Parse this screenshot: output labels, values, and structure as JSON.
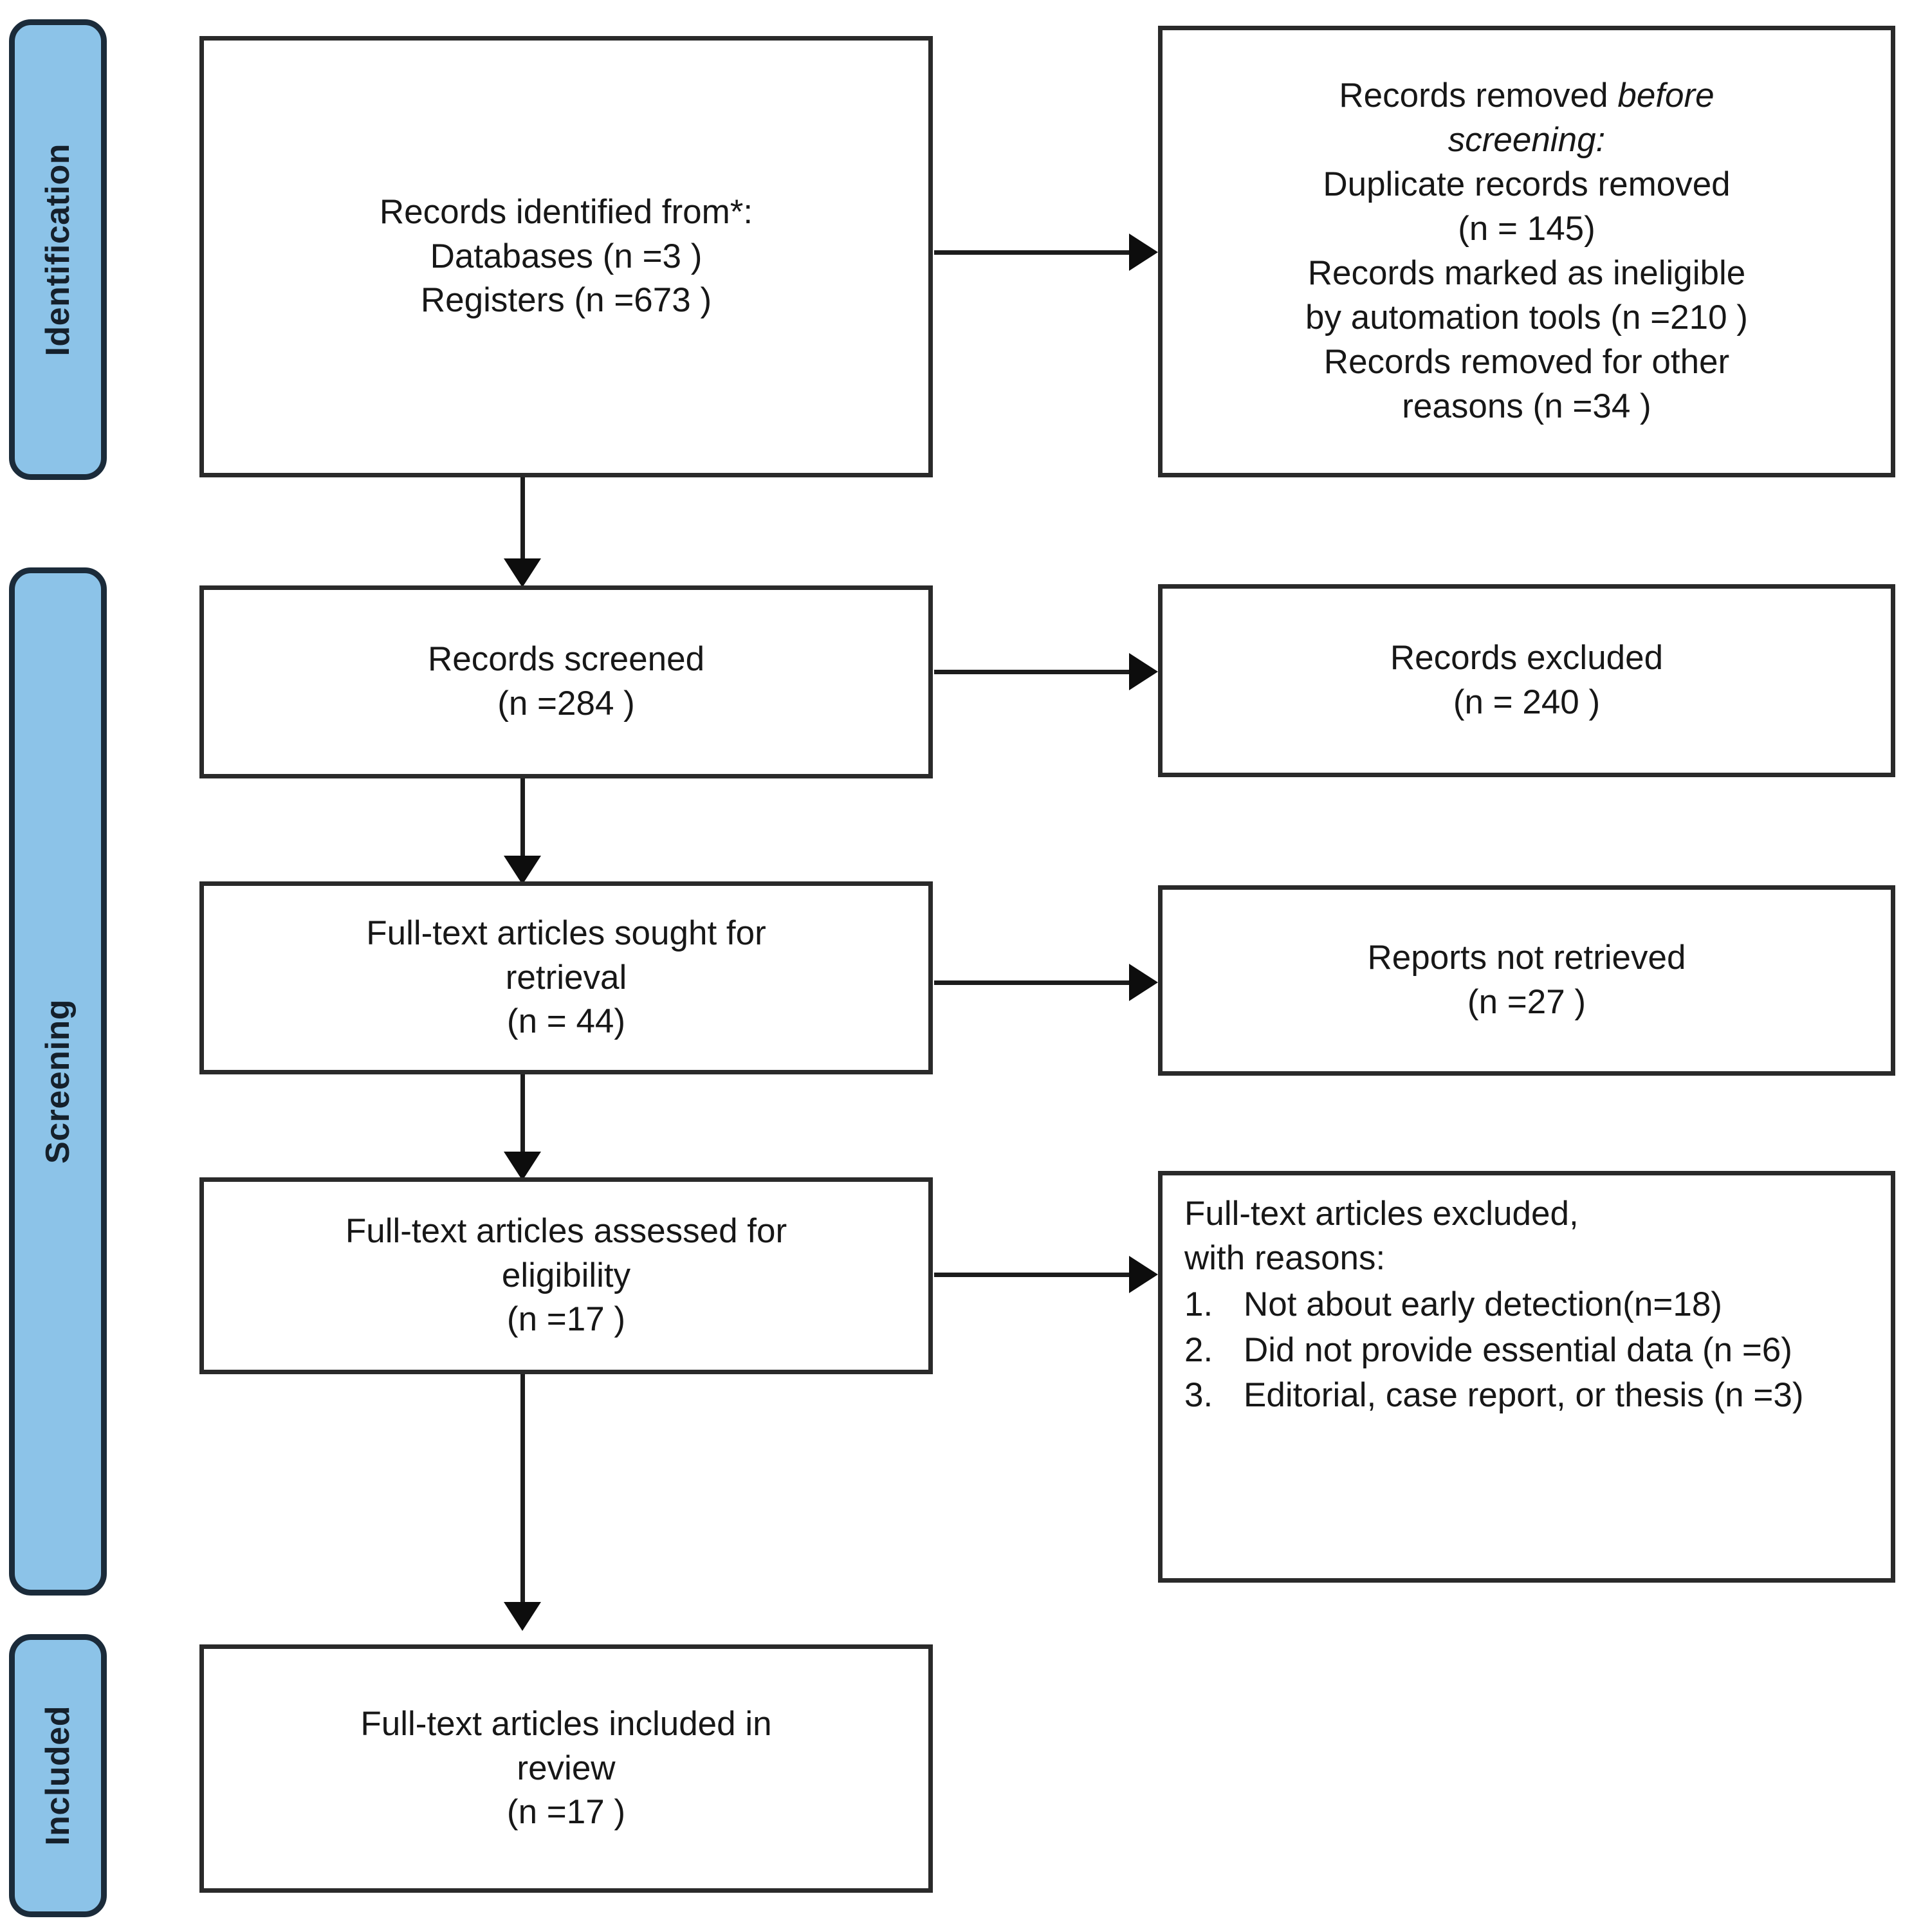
{
  "diagram": {
    "title": "PRISMA flow diagram",
    "type": "prisma-flow-diagram",
    "background_color": "#ffffff",
    "box_border_color": "#2a2a2a",
    "stage_fill_color": "#8CC3E8",
    "stage_border_color": "#1B2B3A"
  },
  "stages": [
    {
      "id": "identification",
      "label": "Identification"
    },
    {
      "id": "screening",
      "label": "Screening"
    },
    {
      "id": "included",
      "label": "Included"
    }
  ],
  "boxes": {
    "identified": {
      "lines": [
        "Records identified from*:",
        "Databases (n =3 )",
        "Registers (n =673 )"
      ]
    },
    "removed_before_screening": {
      "lines": [
        "Records removed before",
        "screening:",
        "Duplicate records removed",
        "(n = 145)",
        "Records marked as ineligible",
        "by automation tools (n =210 )",
        "Records removed for other",
        "reasons (n =34 )"
      ],
      "italic_words": [
        "before",
        "screening:"
      ]
    },
    "records_screened": {
      "lines": [
        "Records screened",
        "(n =284 )"
      ]
    },
    "records_excluded": {
      "lines": [
        "Records excluded",
        "(n = 240 )"
      ]
    },
    "sought_for_retrieval": {
      "lines": [
        "Full-text articles  sought for",
        "retrieval",
        "(n = 44)"
      ]
    },
    "reports_not_retrieved": {
      "lines": [
        "Reports not retrieved",
        "(n =27 )"
      ]
    },
    "assessed_for_eligibility": {
      "lines": [
        "Full-text articles assessed for",
        "eligibility",
        "(n =17 )"
      ]
    },
    "excluded_with_reasons": {
      "heading": [
        "Full-text articles excluded,",
        "with reasons:"
      ],
      "reasons": [
        {
          "num": "1.",
          "text": "Not about early detection(n=18)"
        },
        {
          "num": "2.",
          "text": "Did not provide essential data (n =6)"
        },
        {
          "num": "3.",
          "text": "Editorial, case report, or thesis (n =3)"
        }
      ]
    },
    "included_in_review": {
      "lines": [
        "Full-text articles  included in",
        "review",
        "(n =17 )"
      ]
    }
  },
  "chart_data": {
    "type": "diagram",
    "title": "PRISMA 2020 flow diagram for new systematic reviews",
    "nodes": [
      {
        "id": "identified",
        "stage": "Identification",
        "label": "Records identified from*",
        "values": {
          "Databases": 3,
          "Registers": 673
        }
      },
      {
        "id": "removed_before_screening",
        "stage": "Identification",
        "label": "Records removed before screening",
        "values": {
          "Duplicate records removed": 145,
          "Records marked as ineligible by automation tools": 210,
          "Records removed for other reasons": 34
        }
      },
      {
        "id": "records_screened",
        "stage": "Screening",
        "label": "Records screened",
        "values": {
          "n": 284
        }
      },
      {
        "id": "records_excluded",
        "stage": "Screening",
        "label": "Records excluded",
        "values": {
          "n": 240
        }
      },
      {
        "id": "sought_for_retrieval",
        "stage": "Screening",
        "label": "Full-text articles sought for retrieval",
        "values": {
          "n": 44
        }
      },
      {
        "id": "reports_not_retrieved",
        "stage": "Screening",
        "label": "Reports not retrieved",
        "values": {
          "n": 27
        }
      },
      {
        "id": "assessed_for_eligibility",
        "stage": "Screening",
        "label": "Full-text articles assessed for eligibility",
        "values": {
          "n": 17
        }
      },
      {
        "id": "excluded_with_reasons",
        "stage": "Screening",
        "label": "Full-text articles excluded, with reasons",
        "values": {
          "Not about early detection": 18,
          "Did not provide essential data": 6,
          "Editorial, case report, or thesis": 3
        }
      },
      {
        "id": "included_in_review",
        "stage": "Included",
        "label": "Full-text articles included in review",
        "values": {
          "n": 17
        }
      }
    ],
    "edges": [
      {
        "from": "identified",
        "to": "removed_before_screening",
        "direction": "right"
      },
      {
        "from": "identified",
        "to": "records_screened",
        "direction": "down"
      },
      {
        "from": "records_screened",
        "to": "records_excluded",
        "direction": "right"
      },
      {
        "from": "records_screened",
        "to": "sought_for_retrieval",
        "direction": "down"
      },
      {
        "from": "sought_for_retrieval",
        "to": "reports_not_retrieved",
        "direction": "right"
      },
      {
        "from": "sought_for_retrieval",
        "to": "assessed_for_eligibility",
        "direction": "down"
      },
      {
        "from": "assessed_for_eligibility",
        "to": "excluded_with_reasons",
        "direction": "right"
      },
      {
        "from": "assessed_for_eligibility",
        "to": "included_in_review",
        "direction": "down"
      }
    ]
  }
}
